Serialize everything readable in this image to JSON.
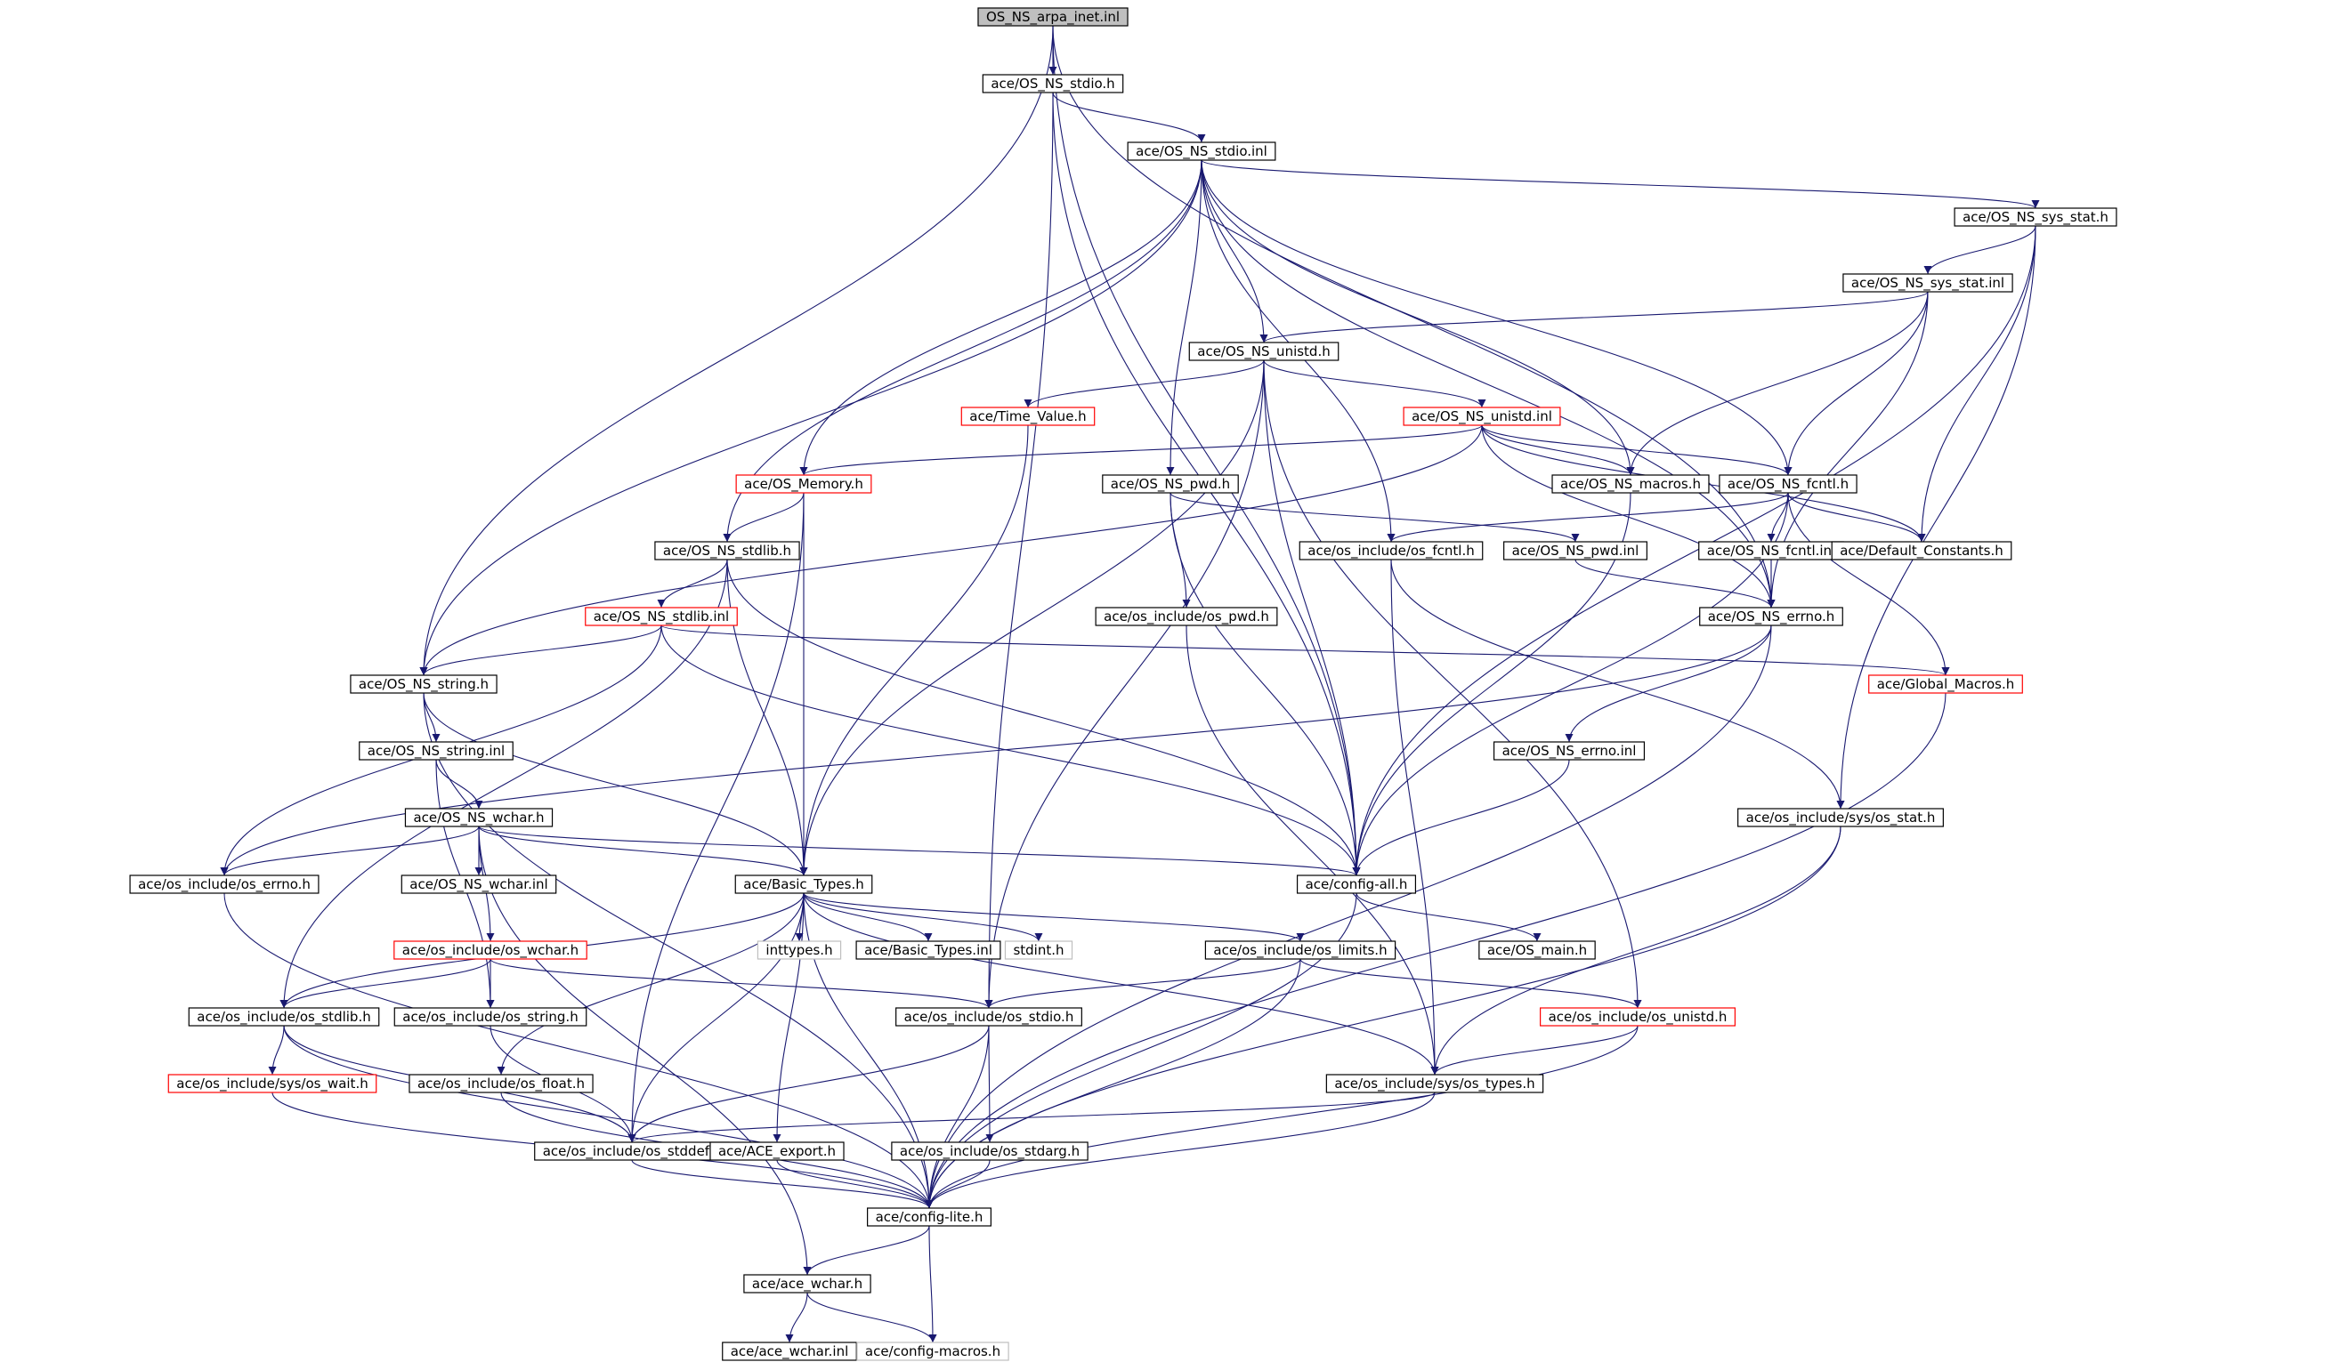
{
  "colors": {
    "edge": "#191970",
    "node_border": "#000000",
    "node_border_incomplete": "#ff0000",
    "node_border_missing": "#bfbfbf",
    "node_fill": "#ffffff",
    "root_fill": "#bfbfbf"
  },
  "diagram": {
    "type": "include-dependency-graph",
    "nodes": [
      {
        "id": "root",
        "label": "OS_NS_arpa_inet.inl",
        "style": "root"
      },
      {
        "id": "stdio_h",
        "label": "ace/OS_NS_stdio.h",
        "style": "normal"
      },
      {
        "id": "stdio_inl",
        "label": "ace/OS_NS_stdio.inl",
        "style": "normal"
      },
      {
        "id": "sys_stat_h",
        "label": "ace/OS_NS_sys_stat.h",
        "style": "normal"
      },
      {
        "id": "sys_stat_inl",
        "label": "ace/OS_NS_sys_stat.inl",
        "style": "normal"
      },
      {
        "id": "unistd_h",
        "label": "ace/OS_NS_unistd.h",
        "style": "normal"
      },
      {
        "id": "time_value",
        "label": "ace/Time_Value.h",
        "style": "incomplete"
      },
      {
        "id": "unistd_inl",
        "label": "ace/OS_NS_unistd.inl",
        "style": "incomplete"
      },
      {
        "id": "memory",
        "label": "ace/OS_Memory.h",
        "style": "incomplete"
      },
      {
        "id": "pwd_h",
        "label": "ace/OS_NS_pwd.h",
        "style": "normal"
      },
      {
        "id": "macros",
        "label": "ace/OS_NS_macros.h",
        "style": "normal"
      },
      {
        "id": "fcntl_h",
        "label": "ace/OS_NS_fcntl.h",
        "style": "normal"
      },
      {
        "id": "stdlib_h",
        "label": "ace/OS_NS_stdlib.h",
        "style": "normal"
      },
      {
        "id": "osinc_fcntl",
        "label": "ace/os_include/os_fcntl.h",
        "style": "normal"
      },
      {
        "id": "pwd_inl",
        "label": "ace/OS_NS_pwd.inl",
        "style": "normal"
      },
      {
        "id": "fcntl_inl",
        "label": "ace/OS_NS_fcntl.inl",
        "style": "normal"
      },
      {
        "id": "default_const",
        "label": "ace/Default_Constants.h",
        "style": "normal"
      },
      {
        "id": "stdlib_inl",
        "label": "ace/OS_NS_stdlib.inl",
        "style": "incomplete"
      },
      {
        "id": "osinc_pwd",
        "label": "ace/os_include/os_pwd.h",
        "style": "normal"
      },
      {
        "id": "errno_h",
        "label": "ace/OS_NS_errno.h",
        "style": "normal"
      },
      {
        "id": "string_h",
        "label": "ace/OS_NS_string.h",
        "style": "normal"
      },
      {
        "id": "global_macros",
        "label": "ace/Global_Macros.h",
        "style": "incomplete"
      },
      {
        "id": "string_inl",
        "label": "ace/OS_NS_string.inl",
        "style": "normal"
      },
      {
        "id": "errno_inl",
        "label": "ace/OS_NS_errno.inl",
        "style": "normal"
      },
      {
        "id": "wchar_h",
        "label": "ace/OS_NS_wchar.h",
        "style": "normal"
      },
      {
        "id": "osinc_sys_stat",
        "label": "ace/os_include/sys/os_stat.h",
        "style": "normal"
      },
      {
        "id": "osinc_errno",
        "label": "ace/os_include/os_errno.h",
        "style": "normal"
      },
      {
        "id": "wchar_inl",
        "label": "ace/OS_NS_wchar.inl",
        "style": "normal"
      },
      {
        "id": "basic_types",
        "label": "ace/Basic_Types.h",
        "style": "normal"
      },
      {
        "id": "config_all",
        "label": "ace/config-all.h",
        "style": "normal"
      },
      {
        "id": "inttypes",
        "label": "inttypes.h",
        "style": "missing"
      },
      {
        "id": "basic_types_inl",
        "label": "ace/Basic_Types.inl",
        "style": "normal"
      },
      {
        "id": "stdint",
        "label": "stdint.h",
        "style": "missing"
      },
      {
        "id": "osinc_limits",
        "label": "ace/os_include/os_limits.h",
        "style": "normal"
      },
      {
        "id": "os_main",
        "label": "ace/OS_main.h",
        "style": "normal"
      },
      {
        "id": "osinc_wchar",
        "label": "ace/os_include/os_wchar.h",
        "style": "incomplete"
      },
      {
        "id": "osinc_stdlib",
        "label": "ace/os_include/os_stdlib.h",
        "style": "normal"
      },
      {
        "id": "osinc_string",
        "label": "ace/os_include/os_string.h",
        "style": "normal"
      },
      {
        "id": "osinc_stdio",
        "label": "ace/os_include/os_stdio.h",
        "style": "normal"
      },
      {
        "id": "osinc_unistd",
        "label": "ace/os_include/os_unistd.h",
        "style": "incomplete"
      },
      {
        "id": "osinc_sys_wait",
        "label": "ace/os_include/sys/os_wait.h",
        "style": "incomplete"
      },
      {
        "id": "osinc_float",
        "label": "ace/os_include/os_float.h",
        "style": "normal"
      },
      {
        "id": "osinc_sys_types",
        "label": "ace/os_include/sys/os_types.h",
        "style": "normal"
      },
      {
        "id": "osinc_stddef",
        "label": "ace/os_include/os_stddef.h",
        "style": "normal"
      },
      {
        "id": "ace_export",
        "label": "ace/ACE_export.h",
        "style": "normal"
      },
      {
        "id": "osinc_stdarg",
        "label": "ace/os_include/os_stdarg.h",
        "style": "normal"
      },
      {
        "id": "config_lite",
        "label": "ace/config-lite.h",
        "style": "normal"
      },
      {
        "id": "ace_wchar_h",
        "label": "ace/ace_wchar.h",
        "style": "normal"
      },
      {
        "id": "ace_wchar_inl",
        "label": "ace/ace_wchar.inl",
        "style": "normal"
      },
      {
        "id": "config_macros",
        "label": "ace/config-macros.h",
        "style": "missing"
      }
    ],
    "edges": [
      [
        "root",
        "stdio_h"
      ],
      [
        "root",
        "string_h"
      ],
      [
        "root",
        "errno_h"
      ],
      [
        "root",
        "config_all"
      ],
      [
        "stdio_h",
        "stdio_inl"
      ],
      [
        "stdio_h",
        "config_all"
      ],
      [
        "stdio_h",
        "osinc_stdio"
      ],
      [
        "stdio_inl",
        "sys_stat_h"
      ],
      [
        "stdio_inl",
        "unistd_h"
      ],
      [
        "stdio_inl",
        "memory"
      ],
      [
        "stdio_inl",
        "pwd_h"
      ],
      [
        "stdio_inl",
        "macros"
      ],
      [
        "stdio_inl",
        "fcntl_h"
      ],
      [
        "stdio_inl",
        "stdlib_h"
      ],
      [
        "stdio_inl",
        "errno_h"
      ],
      [
        "stdio_inl",
        "string_h"
      ],
      [
        "stdio_inl",
        "osinc_fcntl"
      ],
      [
        "sys_stat_h",
        "sys_stat_inl"
      ],
      [
        "sys_stat_h",
        "default_const"
      ],
      [
        "sys_stat_h",
        "osinc_sys_stat"
      ],
      [
        "sys_stat_h",
        "config_all"
      ],
      [
        "sys_stat_inl",
        "unistd_h"
      ],
      [
        "sys_stat_inl",
        "macros"
      ],
      [
        "sys_stat_inl",
        "fcntl_h"
      ],
      [
        "sys_stat_inl",
        "errno_h"
      ],
      [
        "unistd_h",
        "time_value"
      ],
      [
        "unistd_h",
        "unistd_inl"
      ],
      [
        "unistd_h",
        "config_all"
      ],
      [
        "unistd_h",
        "basic_types"
      ],
      [
        "unistd_h",
        "osinc_stdio"
      ],
      [
        "unistd_h",
        "osinc_unistd"
      ],
      [
        "unistd_inl",
        "memory"
      ],
      [
        "unistd_inl",
        "macros"
      ],
      [
        "unistd_inl",
        "fcntl_h"
      ],
      [
        "unistd_inl",
        "default_const"
      ],
      [
        "unistd_inl",
        "errno_h"
      ],
      [
        "unistd_inl",
        "string_h"
      ],
      [
        "time_value",
        "basic_types"
      ],
      [
        "memory",
        "stdlib_h"
      ],
      [
        "memory",
        "basic_types"
      ],
      [
        "memory",
        "osinc_stddef"
      ],
      [
        "pwd_h",
        "pwd_inl"
      ],
      [
        "pwd_h",
        "osinc_pwd"
      ],
      [
        "pwd_h",
        "config_all"
      ],
      [
        "macros",
        "config_all"
      ],
      [
        "fcntl_h",
        "fcntl_inl"
      ],
      [
        "fcntl_h",
        "default_const"
      ],
      [
        "fcntl_h",
        "osinc_fcntl"
      ],
      [
        "fcntl_h",
        "global_macros"
      ],
      [
        "fcntl_h",
        "config_all"
      ],
      [
        "stdlib_h",
        "stdlib_inl"
      ],
      [
        "stdlib_h",
        "basic_types"
      ],
      [
        "stdlib_h",
        "config_all"
      ],
      [
        "stdlib_h",
        "osinc_stdlib"
      ],
      [
        "stdlib_inl",
        "string_h"
      ],
      [
        "stdlib_inl",
        "global_macros"
      ],
      [
        "stdlib_inl",
        "config_all"
      ],
      [
        "stdlib_inl",
        "osinc_errno"
      ],
      [
        "osinc_fcntl",
        "osinc_sys_stat"
      ],
      [
        "osinc_fcntl",
        "osinc_sys_types"
      ],
      [
        "pwd_inl",
        "errno_h"
      ],
      [
        "fcntl_inl",
        "errno_h"
      ],
      [
        "osinc_pwd",
        "osinc_sys_types"
      ],
      [
        "errno_h",
        "errno_inl"
      ],
      [
        "errno_h",
        "osinc_errno"
      ],
      [
        "errno_h",
        "config_lite"
      ],
      [
        "errno_inl",
        "config_all"
      ],
      [
        "string_h",
        "string_inl"
      ],
      [
        "string_h",
        "basic_types"
      ],
      [
        "string_h",
        "config_lite"
      ],
      [
        "global_macros",
        "config_lite"
      ],
      [
        "string_inl",
        "wchar_h"
      ],
      [
        "string_inl",
        "osinc_string"
      ],
      [
        "wchar_h",
        "osinc_errno"
      ],
      [
        "wchar_h",
        "wchar_inl"
      ],
      [
        "wchar_h",
        "basic_types"
      ],
      [
        "wchar_h",
        "config_all"
      ],
      [
        "wchar_h",
        "osinc_wchar"
      ],
      [
        "wchar_h",
        "ace_wchar_h"
      ],
      [
        "osinc_sys_stat",
        "osinc_sys_types"
      ],
      [
        "osinc_sys_stat",
        "config_lite"
      ],
      [
        "osinc_errno",
        "config_lite"
      ],
      [
        "basic_types",
        "inttypes"
      ],
      [
        "basic_types",
        "basic_types_inl"
      ],
      [
        "basic_types",
        "stdint"
      ],
      [
        "basic_types",
        "osinc_limits"
      ],
      [
        "basic_types",
        "osinc_stdlib"
      ],
      [
        "basic_types",
        "osinc_float"
      ],
      [
        "basic_types",
        "osinc_stddef"
      ],
      [
        "basic_types",
        "ace_export"
      ],
      [
        "basic_types",
        "osinc_sys_types"
      ],
      [
        "basic_types",
        "config_lite"
      ],
      [
        "config_all",
        "os_main"
      ],
      [
        "config_all",
        "config_lite"
      ],
      [
        "osinc_limits",
        "osinc_stdio"
      ],
      [
        "osinc_limits",
        "osinc_unistd"
      ],
      [
        "osinc_limits",
        "config_lite"
      ],
      [
        "osinc_wchar",
        "osinc_stdlib"
      ],
      [
        "osinc_wchar",
        "osinc_string"
      ],
      [
        "osinc_wchar",
        "osinc_stdio"
      ],
      [
        "osinc_stdlib",
        "osinc_sys_wait"
      ],
      [
        "osinc_stdlib",
        "osinc_stddef"
      ],
      [
        "osinc_stdlib",
        "config_lite"
      ],
      [
        "osinc_string",
        "osinc_stddef"
      ],
      [
        "osinc_stdio",
        "osinc_stddef"
      ],
      [
        "osinc_stdio",
        "osinc_stdarg"
      ],
      [
        "osinc_stdio",
        "config_lite"
      ],
      [
        "osinc_unistd",
        "osinc_sys_types"
      ],
      [
        "osinc_unistd",
        "config_lite"
      ],
      [
        "osinc_sys_wait",
        "config_lite"
      ],
      [
        "osinc_float",
        "config_lite"
      ],
      [
        "osinc_sys_types",
        "osinc_stddef"
      ],
      [
        "osinc_sys_types",
        "config_lite"
      ],
      [
        "osinc_stddef",
        "config_lite"
      ],
      [
        "ace_export",
        "config_lite"
      ],
      [
        "osinc_stdarg",
        "config_lite"
      ],
      [
        "config_lite",
        "ace_wchar_h"
      ],
      [
        "config_lite",
        "config_macros"
      ],
      [
        "ace_wchar_h",
        "ace_wchar_inl"
      ],
      [
        "ace_wchar_h",
        "config_macros"
      ]
    ]
  }
}
